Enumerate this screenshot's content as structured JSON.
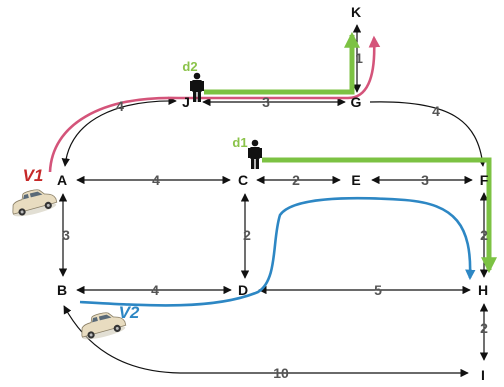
{
  "colors": {
    "edge": "#111111",
    "weight": "#555555",
    "path_v1": "#d4547a",
    "path_v2": "#2d87c4",
    "path_demand": "#7cc243",
    "label_v1": "#c62828",
    "label_v2": "#2d87c4",
    "label_demand": "#8bc34a"
  },
  "nodes": {
    "A": "A",
    "B": "B",
    "C": "C",
    "D": "D",
    "E": "E",
    "F": "F",
    "G": "G",
    "H": "H",
    "I": "I",
    "J": "J",
    "K": "K"
  },
  "edges": [
    {
      "from": "J",
      "to": "A",
      "weight": "4"
    },
    {
      "from": "J",
      "to": "G",
      "weight": "3"
    },
    {
      "from": "G",
      "to": "K",
      "weight": "1"
    },
    {
      "from": "G",
      "to": "F",
      "weight": "4"
    },
    {
      "from": "A",
      "to": "C",
      "weight": "4"
    },
    {
      "from": "C",
      "to": "E",
      "weight": "2"
    },
    {
      "from": "E",
      "to": "F",
      "weight": "3"
    },
    {
      "from": "F",
      "to": "H",
      "weight": "2"
    },
    {
      "from": "A",
      "to": "B",
      "weight": "3"
    },
    {
      "from": "C",
      "to": "D",
      "weight": "2"
    },
    {
      "from": "B",
      "to": "D",
      "weight": "4"
    },
    {
      "from": "D",
      "to": "H",
      "weight": "5"
    },
    {
      "from": "H",
      "to": "I",
      "weight": "2"
    },
    {
      "from": "B",
      "to": "I",
      "weight": "10"
    }
  ],
  "persons": [
    {
      "id": "d2",
      "label": "d2",
      "at": "J"
    },
    {
      "id": "d1",
      "label": "d1",
      "at": "C"
    }
  ],
  "vehicles": [
    {
      "id": "V1",
      "label": "V1",
      "icon": "car-icon"
    },
    {
      "id": "V2",
      "label": "V2",
      "icon": "car-icon"
    }
  ],
  "routes": {
    "demand_d2": [
      "J",
      "G",
      "K"
    ],
    "demand_d1": [
      "C",
      "E",
      "F",
      "H"
    ],
    "v1": [
      "A",
      "J",
      "G",
      "K"
    ],
    "v2": [
      "B",
      "D",
      "H"
    ]
  }
}
